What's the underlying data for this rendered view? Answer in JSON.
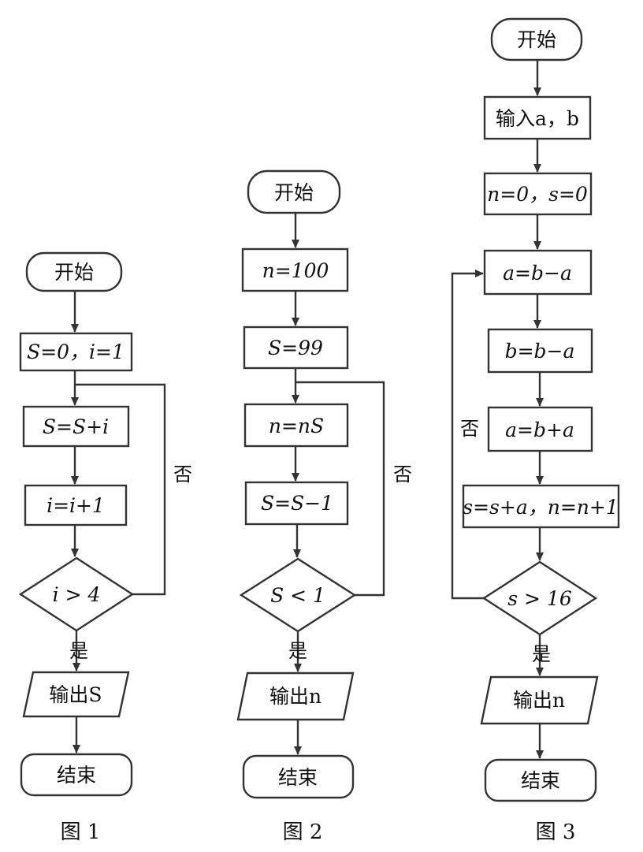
{
  "figure1": {
    "start": "开始",
    "init": "S=0，i=1",
    "step1": "S=S+i",
    "step2": "i=i+1",
    "condition": "i > 4",
    "yes": "是",
    "no": "否",
    "output": "输出S",
    "end": "结束",
    "caption": "图 1"
  },
  "figure2": {
    "start": "开始",
    "init1": "n=100",
    "init2": "S=99",
    "step1": "n=nS",
    "step2": "S=S−1",
    "condition": "S < 1",
    "yes": "是",
    "no": "否",
    "output": "输出n",
    "end": "结束",
    "caption": "图 2"
  },
  "figure3": {
    "start": "开始",
    "input": "输入a，b",
    "init": "n=0，s=0",
    "step1": "a=b−a",
    "step2": "b=b−a",
    "step3": "a=b+a",
    "step4": "s=s+a，n=n+1",
    "condition": "s > 16",
    "yes": "是",
    "no": "否",
    "output": "输出n",
    "end": "结束",
    "caption": "图 3"
  }
}
